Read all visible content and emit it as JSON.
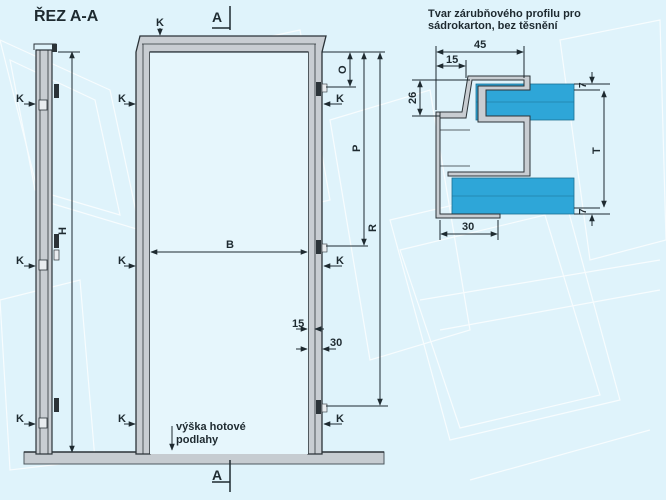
{
  "section_title": "ŘEZ A-A",
  "profile_title_line1": "Tvar zárubňového profilu pro",
  "profile_title_line2": "sádrokarton, bez těsnění",
  "floor_label_line1": "výška hotové",
  "floor_label_line2": "podlahy",
  "labels": {
    "A": "A",
    "B": "B",
    "H": "H",
    "K": "K",
    "O": "O",
    "P": "P",
    "R": "R",
    "T": "T"
  },
  "dimensions": {
    "frame_15": "15",
    "frame_30": "30",
    "profile_45": "45",
    "profile_15": "15",
    "profile_26": "26",
    "profile_7_top": "7",
    "profile_7_bottom": "7",
    "profile_30": "30"
  },
  "colors": {
    "background": "#dff3fb",
    "frame_fill": "#c8cdd2",
    "frame_stroke": "#2b3338",
    "gypsum_board": "#2ea6d8",
    "dim_line": "#1e2a30"
  }
}
